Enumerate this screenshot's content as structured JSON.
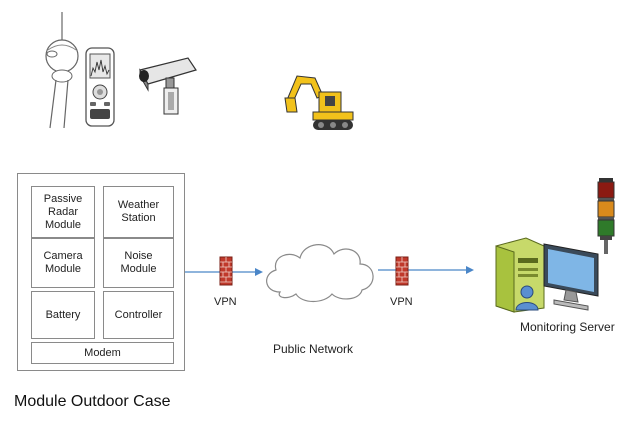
{
  "modules": {
    "passive_radar": "Passive\nRadar\nModule",
    "weather_station": "Weather\nStation",
    "camera": "Camera\nModule",
    "noise": "Noise\nModule",
    "battery": "Battery",
    "controller": "Controller",
    "modem": "Modem"
  },
  "case_title": "Module Outdoor Case",
  "network": {
    "vpn_left": "VPN",
    "vpn_right": "VPN",
    "public_network": "Public Network"
  },
  "server": {
    "label": "Monitoring Server"
  },
  "colors": {
    "arrow": "#4a86c8",
    "box_border": "#8a8a8a",
    "firewall": "#c0392b",
    "excavator": "#f2c21b",
    "server_green": "#8bb82e"
  },
  "icons": [
    "weather-sensor-icon",
    "noise-meter-icon",
    "cctv-camera-icon",
    "excavator-icon",
    "firewall-icon",
    "cloud-icon",
    "server-icon",
    "monitor-icon",
    "user-icon",
    "signal-tower-light-icon"
  ]
}
